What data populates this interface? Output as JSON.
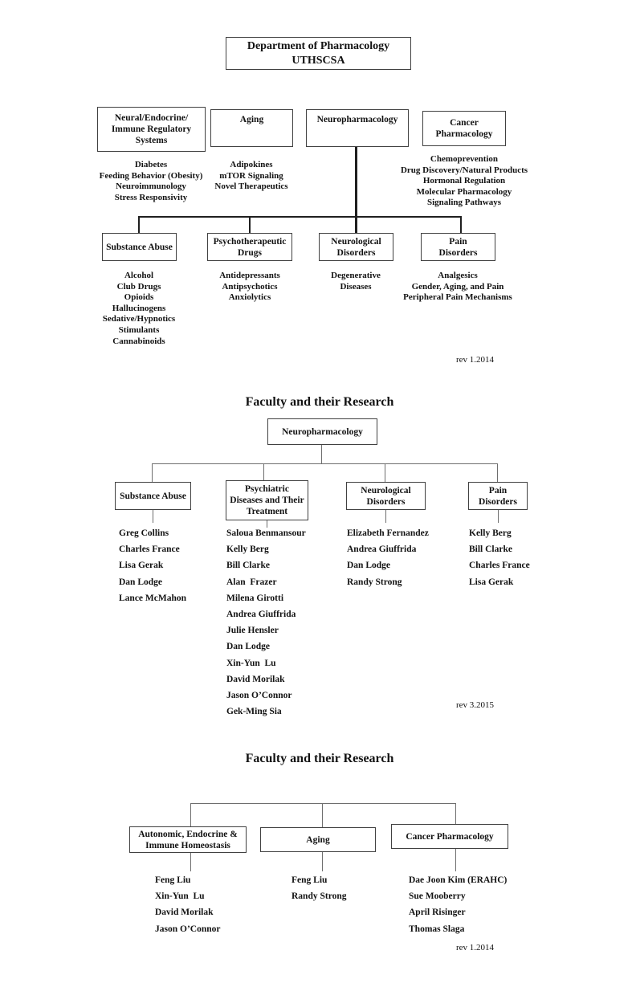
{
  "meta": {
    "rev_top": "rev 1.2014",
    "rev_middle": "rev 3.2015",
    "rev_bottom": "rev 1.2014"
  },
  "org": {
    "title": "Department of Pharmacology\nUTHSCSA",
    "divisions": [
      {
        "label": "Neural/Endocrine/\nImmune Regulatory\nSystems",
        "topics": [
          "Diabetes",
          "Feeding Behavior (Obesity)",
          "Neuroimmunology",
          "Stress Responsivity"
        ]
      },
      {
        "label": "Aging",
        "topics": [
          "Adipokines",
          "mTOR Signaling",
          "Novel Therapeutics"
        ]
      },
      {
        "label": "Neuropharmacology",
        "topics": []
      },
      {
        "label": "Cancer\nPharmacology",
        "topics": [
          "Chemoprevention",
          "Drug Discovery/Natural Products",
          "Hormonal Regulation",
          "Molecular Pharmacology",
          "Signaling Pathways"
        ]
      }
    ],
    "neuro_subdivisions": [
      {
        "label": "Substance Abuse",
        "topics": [
          "Alcohol",
          "Club Drugs",
          "Opioids",
          "Hallucinogens",
          "Sedative/Hypnotics",
          "Stimulants",
          "Cannabinoids"
        ]
      },
      {
        "label": "Psychotherapeutic\nDrugs",
        "topics": [
          "Antidepressants",
          "Antipsychotics",
          "Anxiolytics"
        ]
      },
      {
        "label": "Neurological\nDisorders",
        "topics": [
          "Degenerative Diseases"
        ]
      },
      {
        "label": "Pain\nDisorders",
        "topics": [
          "Analgesics",
          "Gender, Aging, and Pain",
          "Peripheral Pain Mechanisms"
        ]
      }
    ]
  },
  "faculty_neuro": {
    "heading": "Faculty and their Research",
    "root": "Neuropharmacology",
    "groups": [
      {
        "label": "Substance Abuse",
        "names": [
          "Greg Collins",
          "Charles France",
          "Lisa Gerak",
          "Dan Lodge",
          "Lance McMahon"
        ]
      },
      {
        "label": "Psychiatric\nDiseases and Their\nTreatment",
        "names": [
          "Saloua Benmansour",
          "Kelly Berg",
          "Bill Clarke",
          "Alan  Frazer",
          "Milena Girotti",
          "Andrea Giuffrida",
          "Julie Hensler",
          "Dan Lodge",
          "Xin-Yun  Lu",
          "David Morilak",
          "Jason O’Connor",
          "Gek-Ming Sia"
        ]
      },
      {
        "label": "Neurological\nDisorders",
        "names": [
          "Elizabeth Fernandez",
          "Andrea Giuffrida",
          "Dan Lodge",
          "Randy Strong"
        ]
      },
      {
        "label": "Pain\nDisorders",
        "names": [
          "Kelly Berg",
          "Bill Clarke",
          "Charles France",
          "Lisa Gerak"
        ]
      }
    ]
  },
  "faculty_other": {
    "heading": "Faculty and their Research",
    "groups": [
      {
        "label": "Autonomic, Endocrine &\nImmune Homeostasis",
        "names": [
          "Feng Liu",
          "Xin-Yun  Lu",
          "David Morilak",
          "Jason O’Connor"
        ]
      },
      {
        "label": "Aging",
        "names": [
          "Feng Liu",
          "Randy Strong"
        ]
      },
      {
        "label": "Cancer Pharmacology",
        "names": [
          "Dae Joon Kim (ERAHC)",
          "Sue Mooberry",
          "April Risinger",
          "Thomas Slaga"
        ]
      }
    ]
  }
}
